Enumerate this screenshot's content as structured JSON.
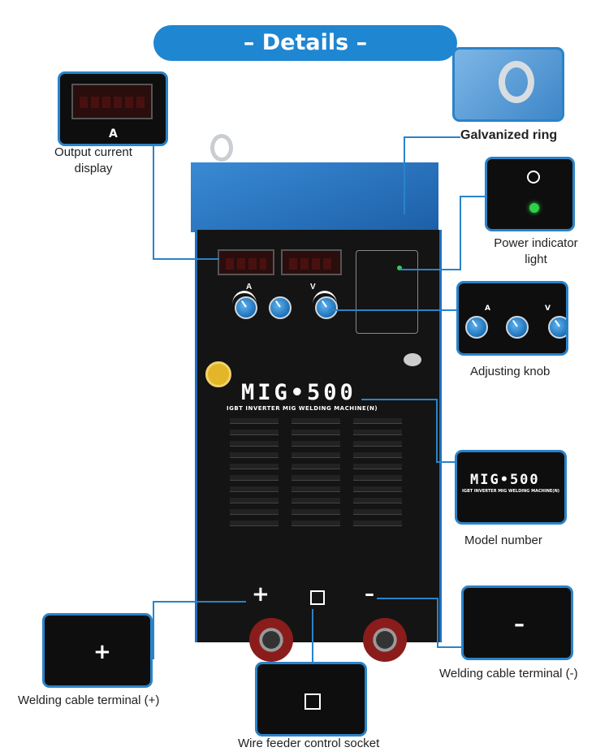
{
  "banner": {
    "title": "– Details –"
  },
  "callouts": {
    "output_display": {
      "label": "Output current display",
      "glyph": "A"
    },
    "ring": {
      "label": "Galvanized ring"
    },
    "power": {
      "label": "Power indicator light"
    },
    "knob": {
      "label": "Adjusting knob",
      "glyph_a": "A",
      "glyph_v": "V"
    },
    "model": {
      "label": "Model number",
      "text": "MIG•500",
      "subtext": "IGBT INVERTER MIG WELDING MACHINE(N)"
    },
    "plus_terminal": {
      "label": "Welding cable terminal (+)",
      "glyph": "+"
    },
    "minus_terminal": {
      "label": "Welding cable terminal (-)",
      "glyph": "–"
    },
    "wire_socket": {
      "label": "Wire feeder control socket"
    }
  },
  "machine": {
    "model": "MIG•500",
    "subtitle": "IGBT INVERTER MIG WELDING MACHINE(N)",
    "knob_label_a": "A",
    "knob_label_v": "V",
    "plus": "+",
    "minus": "–"
  },
  "colors": {
    "accent": "#1f86d1",
    "body": "#111111",
    "chassis_blue": "#1e6fbf",
    "indicator_green": "#2fd04a"
  }
}
